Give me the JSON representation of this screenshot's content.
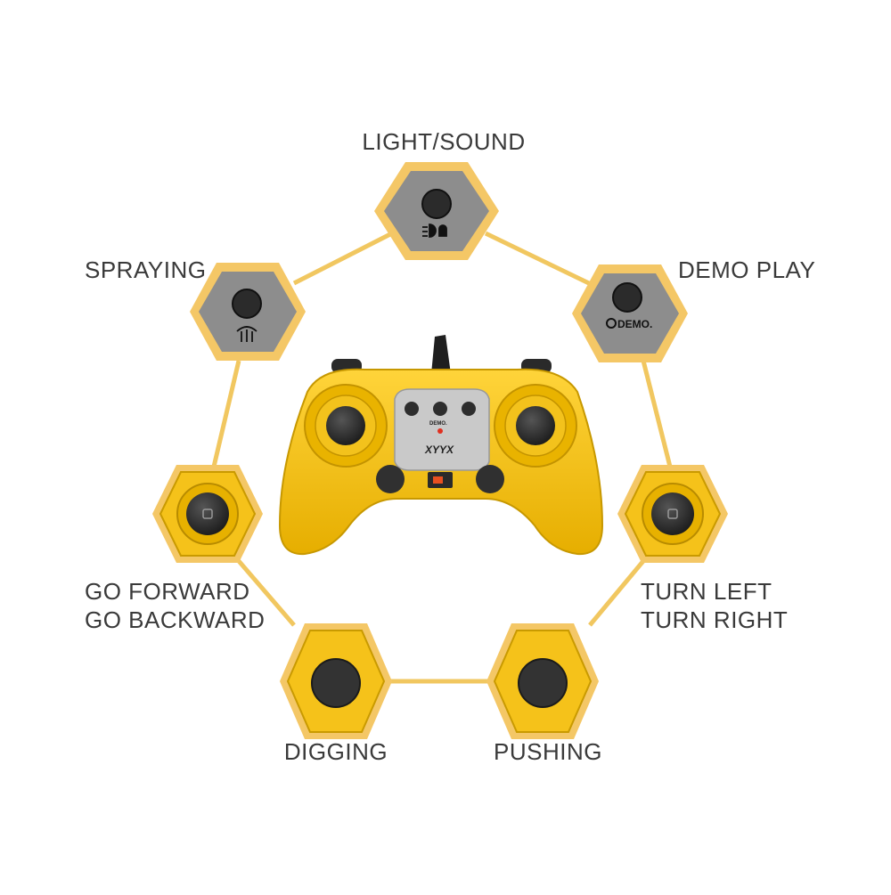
{
  "colors": {
    "accent": "#f0c040",
    "yellow": "#f5c518",
    "yellow_dark": "#c99a00",
    "gray_panel": "#8a8a8a",
    "button": "#303030",
    "text": "#3a3a3a"
  },
  "labels": {
    "light_sound": "LIGHT/SOUND",
    "spraying": "SPRAYING",
    "demo_play": "DEMO PLAY",
    "go_forward": "GO FORWARD",
    "go_backward": "GO BACKWARD",
    "turn_left": "TURN LEFT",
    "turn_right": "TURN RIGHT",
    "digging": "DIGGING",
    "pushing": "PUSHING"
  },
  "panel_text": {
    "demo": "DEMO.",
    "demo_small": "DEMO.",
    "brand": "XYYX"
  },
  "icons": {
    "light": "light-sound-icon",
    "spray": "spray-icon",
    "demo": "demo-replay-icon"
  }
}
